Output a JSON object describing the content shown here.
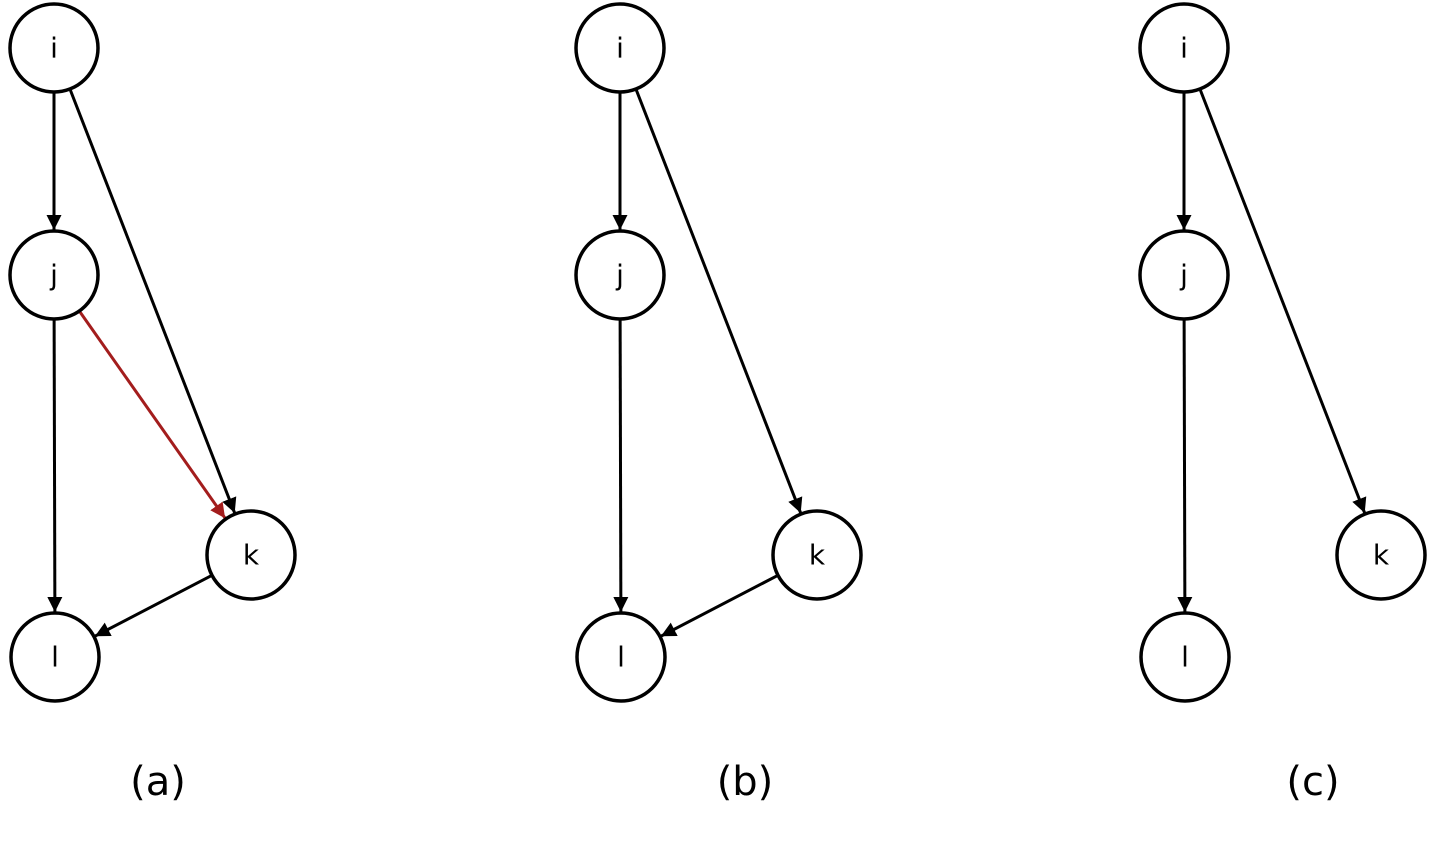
{
  "colors": {
    "edge": "#000000",
    "highlight": "#a31d1d"
  },
  "panels": [
    {
      "caption": "(a)",
      "nodes": [
        "i",
        "j",
        "k",
        "l"
      ],
      "edges": [
        {
          "from": "i",
          "to": "j"
        },
        {
          "from": "i",
          "to": "k"
        },
        {
          "from": "j",
          "to": "k",
          "highlight": true
        },
        {
          "from": "j",
          "to": "l"
        },
        {
          "from": "k",
          "to": "l"
        }
      ]
    },
    {
      "caption": "(b)",
      "nodes": [
        "i",
        "j",
        "k",
        "l"
      ],
      "edges": [
        {
          "from": "i",
          "to": "j"
        },
        {
          "from": "i",
          "to": "k"
        },
        {
          "from": "j",
          "to": "l"
        },
        {
          "from": "k",
          "to": "l"
        }
      ]
    },
    {
      "caption": "(c)",
      "nodes": [
        "i",
        "j",
        "k",
        "l"
      ],
      "edges": [
        {
          "from": "i",
          "to": "j"
        },
        {
          "from": "i",
          "to": "k"
        },
        {
          "from": "j",
          "to": "l"
        }
      ]
    }
  ]
}
